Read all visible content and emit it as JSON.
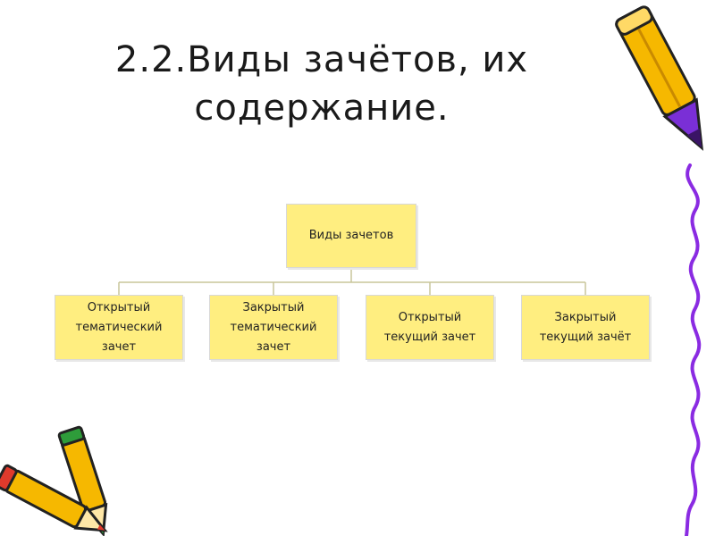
{
  "slide": {
    "title": "2.2.Виды зачётов, их\nсодержание."
  },
  "diagram": {
    "root": {
      "label": "Виды зачетов"
    },
    "children": [
      {
        "label": "Открытый\nтематический\nзачет"
      },
      {
        "label": "Закрытый\nтематический\nзачет"
      },
      {
        "label": "Открытый\nтекущий зачет"
      },
      {
        "label": "Закрытый\nтекущий зачёт"
      }
    ]
  },
  "decorations": {
    "pencil_icon_colors": [
      "#f6b800",
      "#7a2fd6",
      "#e03a2c",
      "#2e9c3a"
    ],
    "wavy_line_color": "#8a2be2"
  }
}
